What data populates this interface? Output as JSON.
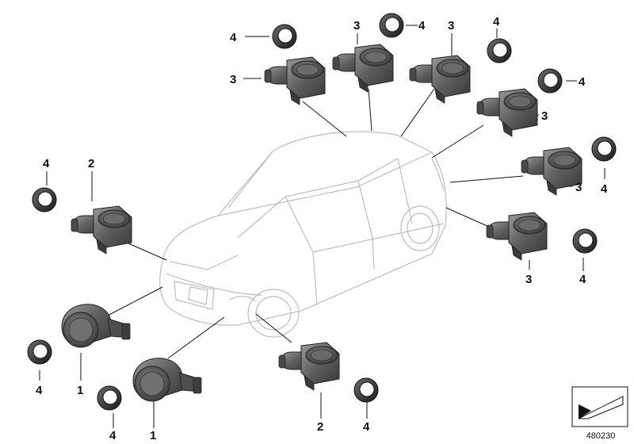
{
  "diagram": {
    "callouts": [
      {
        "id": "c1",
        "label": "4"
      },
      {
        "id": "c2",
        "label": "3"
      },
      {
        "id": "c3",
        "label": "3"
      },
      {
        "id": "c4",
        "label": "4"
      },
      {
        "id": "c5",
        "label": "3"
      },
      {
        "id": "c6",
        "label": "4"
      },
      {
        "id": "c7",
        "label": "4"
      },
      {
        "id": "c8",
        "label": "3"
      },
      {
        "id": "c9",
        "label": "3"
      },
      {
        "id": "c10",
        "label": "4"
      },
      {
        "id": "c11",
        "label": "3"
      },
      {
        "id": "c12",
        "label": "4"
      },
      {
        "id": "c13",
        "label": "4"
      },
      {
        "id": "c14",
        "label": "2"
      },
      {
        "id": "c15",
        "label": "4"
      },
      {
        "id": "c16",
        "label": "1"
      },
      {
        "id": "c17",
        "label": "4"
      },
      {
        "id": "c18",
        "label": "1"
      },
      {
        "id": "c19",
        "label": "2"
      },
      {
        "id": "c20",
        "label": "4"
      }
    ],
    "diagram_id": "480230",
    "colors": {
      "sensor_body": "#5a5a5a",
      "sensor_highlight": "#8a8a8a",
      "ring": "#1a1a1a",
      "car_outline": "#bdbdbd",
      "leader_line": "#111111"
    }
  }
}
